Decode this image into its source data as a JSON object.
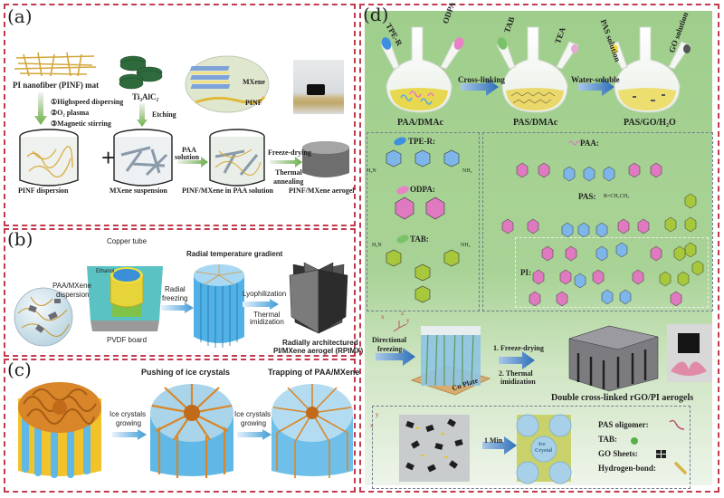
{
  "panels": {
    "a": {
      "label": "(a)",
      "pi_mat": "PI nanofiber (PINF) mat",
      "steps": [
        "①Highspeed dispersing",
        "②O₂ plasma",
        "③Magnetic stirring"
      ],
      "precursor": "Ti₃AlC₂",
      "etching": "Etching",
      "plus": "+",
      "inset_mxene": "MXene",
      "inset_pinf": "PINF",
      "paa": "PAA",
      "solution": "solution",
      "freeze_drying": "Freeze-drying",
      "thermal": "Thermal",
      "annealing": "annealing",
      "beakers": [
        "PINF dispersion",
        "MXene suspension",
        "PINF/MXene in PAA solution",
        "PINF/MXene aerogel"
      ]
    },
    "b": {
      "label": "(b)",
      "copper_tube": "Copper tube",
      "ethanol": "Ethanol",
      "dispersion_l1": "PAA/MXene",
      "dispersion_l2": "dispersion",
      "pvdf": "PVDF board",
      "radial_l1": "Radial",
      "radial_l2": "freezing",
      "gradient": "Radial temperature gradient",
      "lyophilization": "Lyophilization",
      "thermal_l1": "Thermal",
      "thermal_l2": "imidization",
      "result_l1": "Radially architectured",
      "result_l2": "PI/MXene aerogel (RPIMX)"
    },
    "c": {
      "label": "(c)",
      "pushing": "Pushing of ice crystals",
      "trapping": "Trapping of PAA/MXene",
      "arrow1_l1": "Ice crystals",
      "arrow1_l2": "growing",
      "arrow2_l1": "Ice crystals",
      "arrow2_l2": "growing"
    },
    "d": {
      "label": "(d)",
      "reagents": [
        "TPE-R",
        "ODPA",
        "TAB",
        "TEA",
        "PAS solution",
        "GO solution"
      ],
      "flasks": [
        "PAA/DMAc",
        "PAS/DMAc",
        "PAS/GO/H₂O"
      ],
      "step1": "Cross-linking",
      "step2": "Water-soluble",
      "monomers": {
        "tpe": "TPE-R:",
        "odpa": "ODPA:",
        "tab": "TAB:"
      },
      "polymers": {
        "paa": "PAA:",
        "pas": "PAS:",
        "pas_r": "R=CH₂CH₃",
        "pi": "PI:"
      },
      "h2n": "H₂N",
      "nh2": "NH₂",
      "directional_l1": "Directional",
      "directional_l2": "freezing",
      "cu_plate": "Cu Plate",
      "proc1": "1. Freeze-drying",
      "proc2_l1": "2. Thermal",
      "proc2_l2": "imidization",
      "aerogel": "Double cross-linked rGO/PI aerogels",
      "one_min": "1 Min",
      "ice": "Ice",
      "crystal": "Crystal",
      "legend": [
        "PAS oligomer:",
        "TAB:",
        "GO Sheets:",
        "Hydrogen-bond:"
      ],
      "axes": {
        "x": "x",
        "y": "y",
        "z": "z"
      }
    }
  },
  "colors": {
    "border": "#c23a4e",
    "green_bg": "#a9d396",
    "blue": "#5aa8e8",
    "pink": "#e08ac8",
    "lime": "#a8c83c",
    "orange": "#e08a2c",
    "arrow_blue": "#2e6fb8"
  }
}
